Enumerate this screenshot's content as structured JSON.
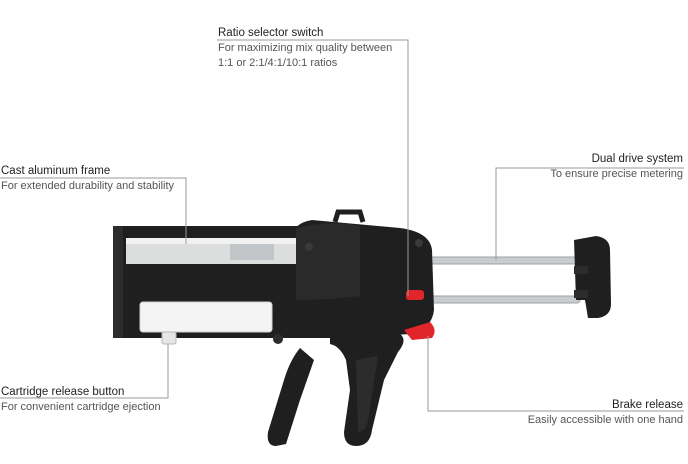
{
  "callouts": {
    "ratio_selector": {
      "title": "Ratio selector switch",
      "desc_line1": "For maximizing mix quality between",
      "desc_line2": "1:1 or 2:1/4:1/10:1 ratios"
    },
    "frame": {
      "title": "Cast aluminum frame",
      "desc": "For extended durability and stability"
    },
    "drive": {
      "title": "Dual drive system",
      "desc": "To ensure precise metering"
    },
    "cartridge_release": {
      "title": "Cartridge release button",
      "desc": "For convenient cartridge ejection"
    },
    "brake": {
      "title": "Brake release",
      "desc": "Easily accessible with one hand"
    }
  },
  "colors": {
    "body": "#1f1f1f",
    "body_shade": "#2c2c2c",
    "accent_red": "#e0252b",
    "rod": "#c9ccce",
    "leader": "#9a9a9a"
  }
}
